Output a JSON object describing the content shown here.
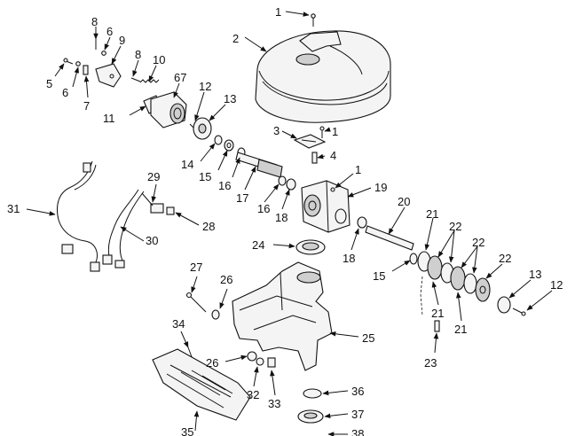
{
  "diagram": {
    "callouts": [
      {
        "id": "c1a",
        "text": "1"
      },
      {
        "id": "c2",
        "text": "2"
      },
      {
        "id": "c8a",
        "text": "8"
      },
      {
        "id": "c6a",
        "text": "6"
      },
      {
        "id": "c9",
        "text": "9"
      },
      {
        "id": "c5",
        "text": "5"
      },
      {
        "id": "c6b",
        "text": "6"
      },
      {
        "id": "c7",
        "text": "7"
      },
      {
        "id": "c8b",
        "text": "8"
      },
      {
        "id": "c10",
        "text": "10"
      },
      {
        "id": "c67",
        "text": "67"
      },
      {
        "id": "c11",
        "text": "11"
      },
      {
        "id": "c12a",
        "text": "12"
      },
      {
        "id": "c13a",
        "text": "13"
      },
      {
        "id": "c3",
        "text": "3"
      },
      {
        "id": "c1b",
        "text": "1"
      },
      {
        "id": "c4",
        "text": "4"
      },
      {
        "id": "c14",
        "text": "14"
      },
      {
        "id": "c15a",
        "text": "15"
      },
      {
        "id": "c16a",
        "text": "16"
      },
      {
        "id": "c17",
        "text": "17"
      },
      {
        "id": "c16b",
        "text": "16"
      },
      {
        "id": "c18a",
        "text": "18"
      },
      {
        "id": "c1c",
        "text": "1"
      },
      {
        "id": "c19",
        "text": "19"
      },
      {
        "id": "c29",
        "text": "29"
      },
      {
        "id": "c31",
        "text": "31"
      },
      {
        "id": "c28",
        "text": "28"
      },
      {
        "id": "c30",
        "text": "30"
      },
      {
        "id": "c20",
        "text": "20"
      },
      {
        "id": "c21a",
        "text": "21"
      },
      {
        "id": "c22a",
        "text": "22"
      },
      {
        "id": "c22b",
        "text": "22"
      },
      {
        "id": "c22c",
        "text": "22"
      },
      {
        "id": "c24",
        "text": "24"
      },
      {
        "id": "c18b",
        "text": "18"
      },
      {
        "id": "c15b",
        "text": "15"
      },
      {
        "id": "c27",
        "text": "27"
      },
      {
        "id": "c26a",
        "text": "26"
      },
      {
        "id": "c13b",
        "text": "13"
      },
      {
        "id": "c12b",
        "text": "12"
      },
      {
        "id": "c21b",
        "text": "21"
      },
      {
        "id": "c21c",
        "text": "21"
      },
      {
        "id": "c34",
        "text": "34"
      },
      {
        "id": "c25",
        "text": "25"
      },
      {
        "id": "c26b",
        "text": "26"
      },
      {
        "id": "c23",
        "text": "23"
      },
      {
        "id": "c32",
        "text": "32"
      },
      {
        "id": "c33",
        "text": "33"
      },
      {
        "id": "c36",
        "text": "36"
      },
      {
        "id": "c35",
        "text": "35"
      },
      {
        "id": "c37",
        "text": "37"
      },
      {
        "id": "c38",
        "text": "38"
      }
    ]
  }
}
